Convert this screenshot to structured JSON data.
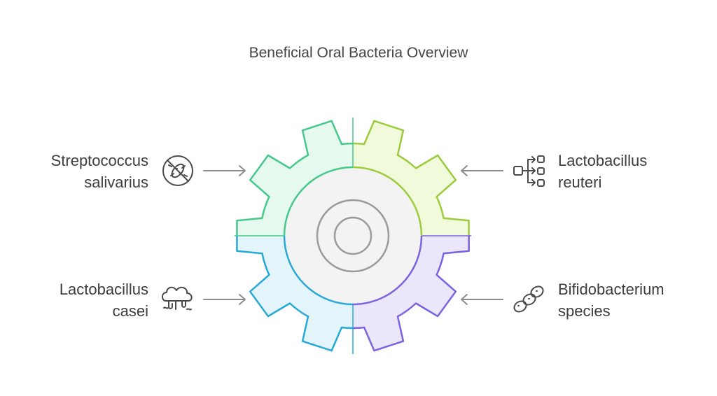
{
  "title": "Beneficial Oral Bacteria Overview",
  "items": [
    {
      "line1": "Streptococcus",
      "line2": "salivarius",
      "icon": "bacteria-blocked-icon",
      "color": "#44c98a",
      "fill": "#e6f9ee"
    },
    {
      "line1": "Lactobacillus",
      "line2": "reuteri",
      "icon": "network-branch-icon",
      "color": "#9ccc3c",
      "fill": "#f1fadb"
    },
    {
      "line1": "Lactobacillus",
      "line2": "casei",
      "icon": "cloud-drip-icon",
      "color": "#27a9d8",
      "fill": "#e3f4fb"
    },
    {
      "line1": "Bifidobacterium",
      "line2": "species",
      "icon": "bacteria-chain-icon",
      "color": "#7b62e0",
      "fill": "#ebe7fb"
    }
  ]
}
